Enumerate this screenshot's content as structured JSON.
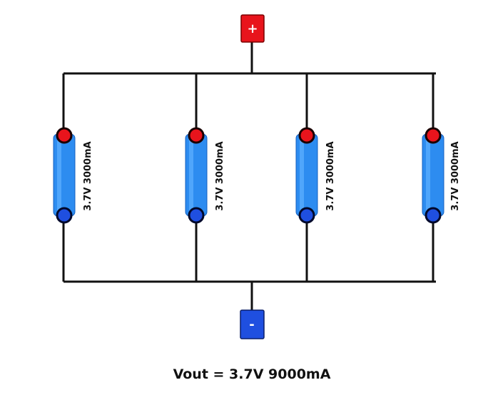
{
  "terminals": {
    "positive": {
      "symbol": "+",
      "color": "#e8141c"
    },
    "negative": {
      "symbol": "-",
      "color": "#1f4fe0"
    }
  },
  "cells": [
    {
      "label": "3.7V 3000mA"
    },
    {
      "label": "3.7V 3000mA"
    },
    {
      "label": "3.7V 3000mA"
    },
    {
      "label": "3.7V 3000mA"
    }
  ],
  "colors": {
    "wire": "#111111",
    "cell_body": "#2d8cf0",
    "cell_highlight": "#5fb0ff",
    "positive_node": "#e8141c",
    "negative_node": "#1f4fe0"
  },
  "output": {
    "label": "Vout = 3.7V 9000mA"
  }
}
